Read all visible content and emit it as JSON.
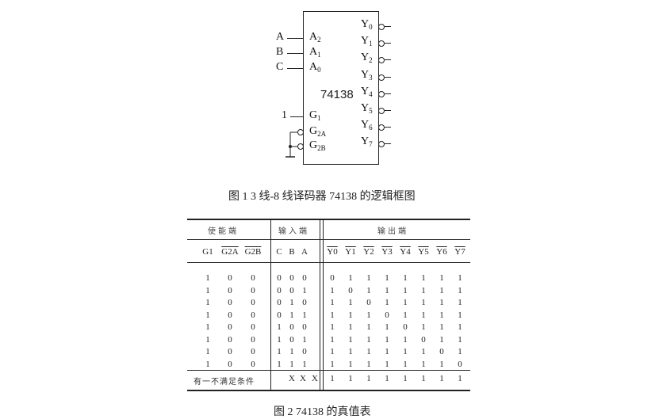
{
  "figure1": {
    "chip_label": "74138",
    "inputs": [
      {
        "ext": "A",
        "pin": "A",
        "sub": "2"
      },
      {
        "ext": "B",
        "pin": "A",
        "sub": "1"
      },
      {
        "ext": "C",
        "pin": "A",
        "sub": "0"
      }
    ],
    "enables": [
      {
        "ext": "1",
        "pin": "G",
        "sub": "1"
      },
      {
        "pin": "G",
        "sub": "2A"
      },
      {
        "pin": "G",
        "sub": "2B"
      }
    ],
    "outputs": [
      {
        "pin": "Y",
        "sub": "0"
      },
      {
        "pin": "Y",
        "sub": "1"
      },
      {
        "pin": "Y",
        "sub": "2"
      },
      {
        "pin": "Y",
        "sub": "3"
      },
      {
        "pin": "Y",
        "sub": "4"
      },
      {
        "pin": "Y",
        "sub": "5"
      },
      {
        "pin": "Y",
        "sub": "6"
      },
      {
        "pin": "Y",
        "sub": "7"
      }
    ],
    "caption": "图 1    3 线-8 线译码器 74138 的逻辑框图"
  },
  "figure2": {
    "group_headers": [
      "使能端",
      "输入端",
      "输出端"
    ],
    "enable_cols": [
      "G1",
      "G2A",
      "G2B"
    ],
    "input_cols": [
      "C",
      "B",
      "A"
    ],
    "output_cols": [
      "Y0",
      "Y1",
      "Y2",
      "Y3",
      "Y4",
      "Y5",
      "Y6",
      "Y7"
    ],
    "rows": [
      {
        "en": [
          "1",
          "0",
          "0"
        ],
        "in": [
          "0",
          "0",
          "0"
        ],
        "out": [
          "0",
          "1",
          "1",
          "1",
          "1",
          "1",
          "1",
          "1"
        ]
      },
      {
        "en": [
          "1",
          "0",
          "0"
        ],
        "in": [
          "0",
          "0",
          "1"
        ],
        "out": [
          "1",
          "0",
          "1",
          "1",
          "1",
          "1",
          "1",
          "1"
        ]
      },
      {
        "en": [
          "1",
          "0",
          "0"
        ],
        "in": [
          "0",
          "1",
          "0"
        ],
        "out": [
          "1",
          "1",
          "0",
          "1",
          "1",
          "1",
          "1",
          "1"
        ]
      },
      {
        "en": [
          "1",
          "0",
          "0"
        ],
        "in": [
          "0",
          "1",
          "1"
        ],
        "out": [
          "1",
          "1",
          "1",
          "0",
          "1",
          "1",
          "1",
          "1"
        ]
      },
      {
        "en": [
          "1",
          "0",
          "0"
        ],
        "in": [
          "1",
          "0",
          "0"
        ],
        "out": [
          "1",
          "1",
          "1",
          "1",
          "0",
          "1",
          "1",
          "1"
        ]
      },
      {
        "en": [
          "1",
          "0",
          "0"
        ],
        "in": [
          "1",
          "0",
          "1"
        ],
        "out": [
          "1",
          "1",
          "1",
          "1",
          "1",
          "0",
          "1",
          "1"
        ]
      },
      {
        "en": [
          "1",
          "0",
          "0"
        ],
        "in": [
          "1",
          "1",
          "0"
        ],
        "out": [
          "1",
          "1",
          "1",
          "1",
          "1",
          "1",
          "0",
          "1"
        ]
      },
      {
        "en": [
          "1",
          "0",
          "0"
        ],
        "in": [
          "1",
          "1",
          "1"
        ],
        "out": [
          "1",
          "1",
          "1",
          "1",
          "1",
          "1",
          "1",
          "0"
        ]
      }
    ],
    "footer": {
      "label": "有一不满足条件",
      "in": [
        "X",
        "X",
        "X"
      ],
      "out": [
        "1",
        "1",
        "1",
        "1",
        "1",
        "1",
        "1",
        "1"
      ]
    },
    "caption": "图 2    74138 的真值表"
  }
}
